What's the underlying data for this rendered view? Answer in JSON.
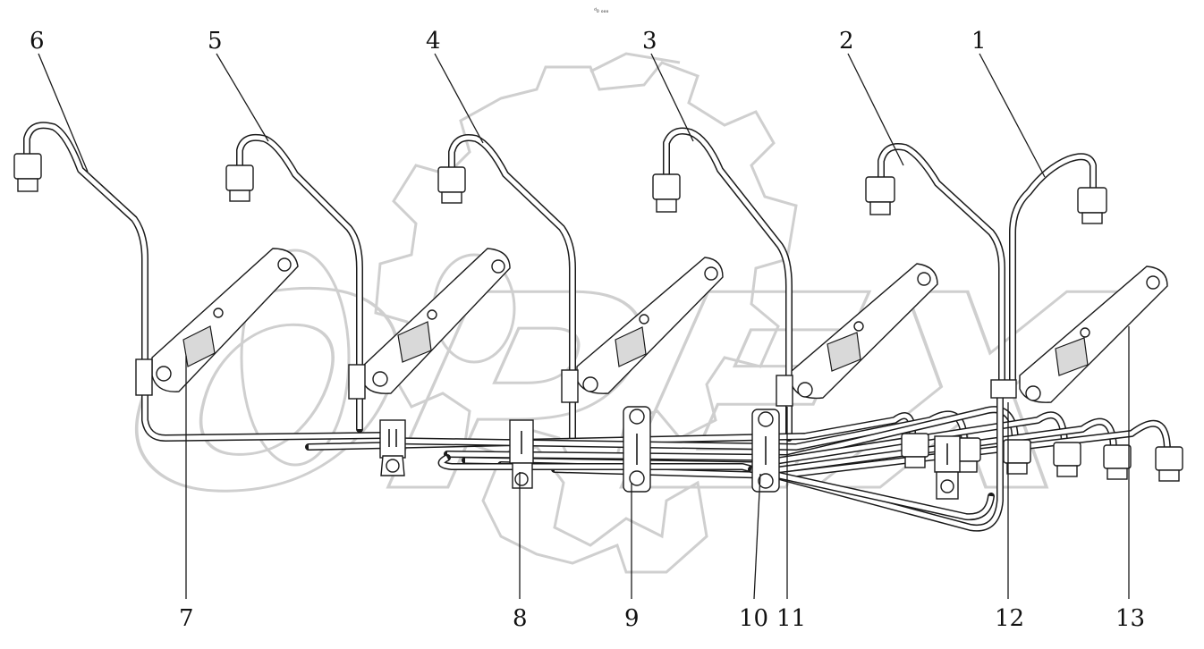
{
  "header_mark": "ᵈ₀ ₒₒₒ",
  "watermark": {
    "text": "OPEX",
    "color": "#cfcfcf",
    "icon": "gear-icon"
  },
  "callouts": [
    "1",
    "2",
    "3",
    "4",
    "5",
    "6",
    "7",
    "8",
    "9",
    "10",
    "11",
    "12",
    "13"
  ],
  "colors": {
    "line": "#1a1a1a",
    "background": "#ffffff",
    "watermark": "#cfcfcf"
  }
}
